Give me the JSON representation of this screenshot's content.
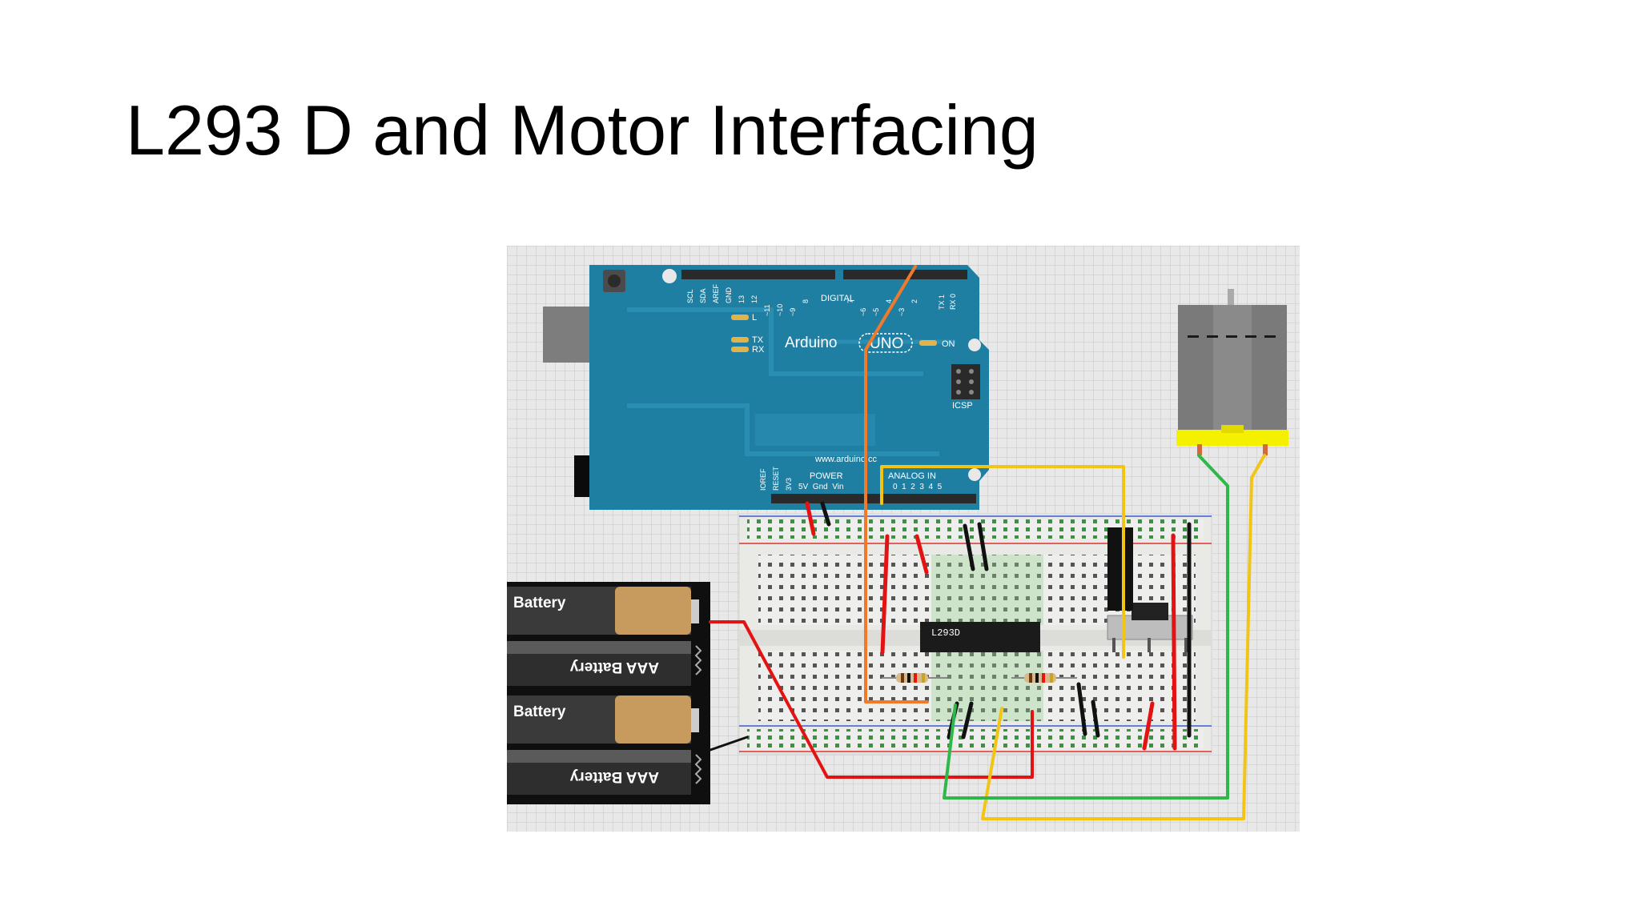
{
  "slide": {
    "title": "L293 D and Motor Interfacing"
  },
  "arduino": {
    "brand": "Arduino",
    "model": "UNO",
    "on_label": "ON",
    "l_label": "L",
    "tx_label": "TX",
    "rx_label": "RX",
    "icsp_label": "ICSP",
    "digital_label": "DIGITAL",
    "website": "www.arduino.cc",
    "power_label": "POWER",
    "analog_label": "ANALOG IN",
    "power_pins": "5V  Gnd  Vin",
    "analog_pins": "0  1  2  3  4  5",
    "header_top_left": [
      "SCL",
      "SDA",
      "AREF",
      "GND",
      "13",
      "12",
      "~11",
      "~10",
      "~9",
      "8"
    ],
    "header_top_right": [
      "7",
      "~6",
      "~5",
      "4",
      "~3",
      "2",
      "TX 1",
      "RX 0"
    ],
    "header_bottom_left": [
      "IOREF",
      "RESET",
      "3V3"
    ]
  },
  "chip": {
    "label": "L293D"
  },
  "batteries": {
    "label_a": "Battery",
    "label_b": "AAA Battery"
  },
  "colors": {
    "arduino_blue": "#1f7fa3",
    "breadboard": "#e9e9e6",
    "wire_red": "#e41313",
    "wire_green": "#2eb84a",
    "wire_yellow": "#f2c514",
    "wire_orange": "#f07a2a",
    "wire_black": "#111111",
    "motor_grey": "#8a8a8a",
    "motor_yellow": "#f5f000"
  }
}
